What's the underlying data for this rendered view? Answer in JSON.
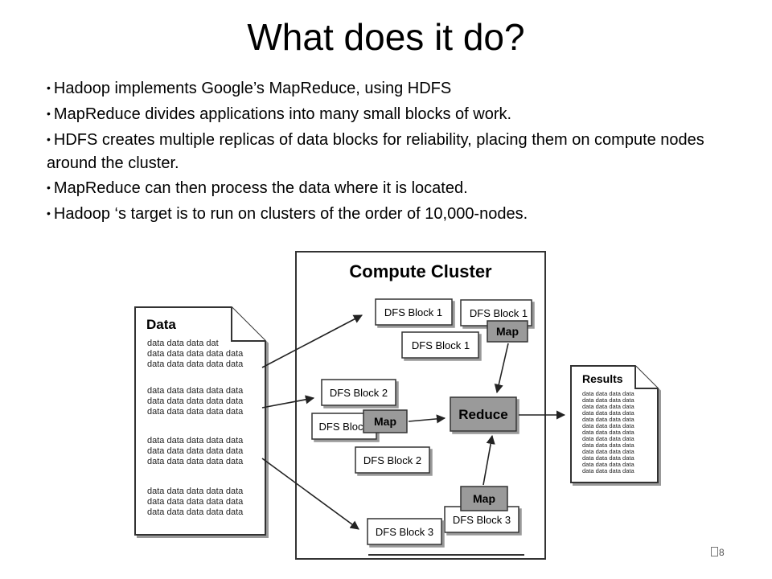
{
  "slide": {
    "title": "What does it do?",
    "bullets": [
      "Hadoop implements Google’s MapReduce, using HDFS",
      "MapReduce divides applications into many small blocks of work.",
      "HDFS creates multiple replicas of data blocks for reliability, placing them on compute nodes around the cluster.",
      "MapReduce can then process the data where it is located.",
      "Hadoop ‘s target is to run on clusters of the order of 10,000-nodes."
    ],
    "page_number": "8"
  },
  "diagram": {
    "cluster_title": "Compute Cluster",
    "data_doc_title": "Data",
    "data_line": "data data data data data",
    "data_line_clipped": "data data data dat",
    "results_title": "Results",
    "results_line": "data data data data",
    "blocks": {
      "block1_a": "DFS Block 1",
      "block1_b": "DFS Block 1",
      "block1_c": "DFS Block 1",
      "block2_a": "DFS Block 2",
      "block2_b": "DFS Bloc",
      "block2_c": "DFS Block 2",
      "block3_a": "DFS Block 3",
      "block3_b": "DFS Block 3"
    },
    "map_label": "Map",
    "reduce_label": "Reduce"
  }
}
